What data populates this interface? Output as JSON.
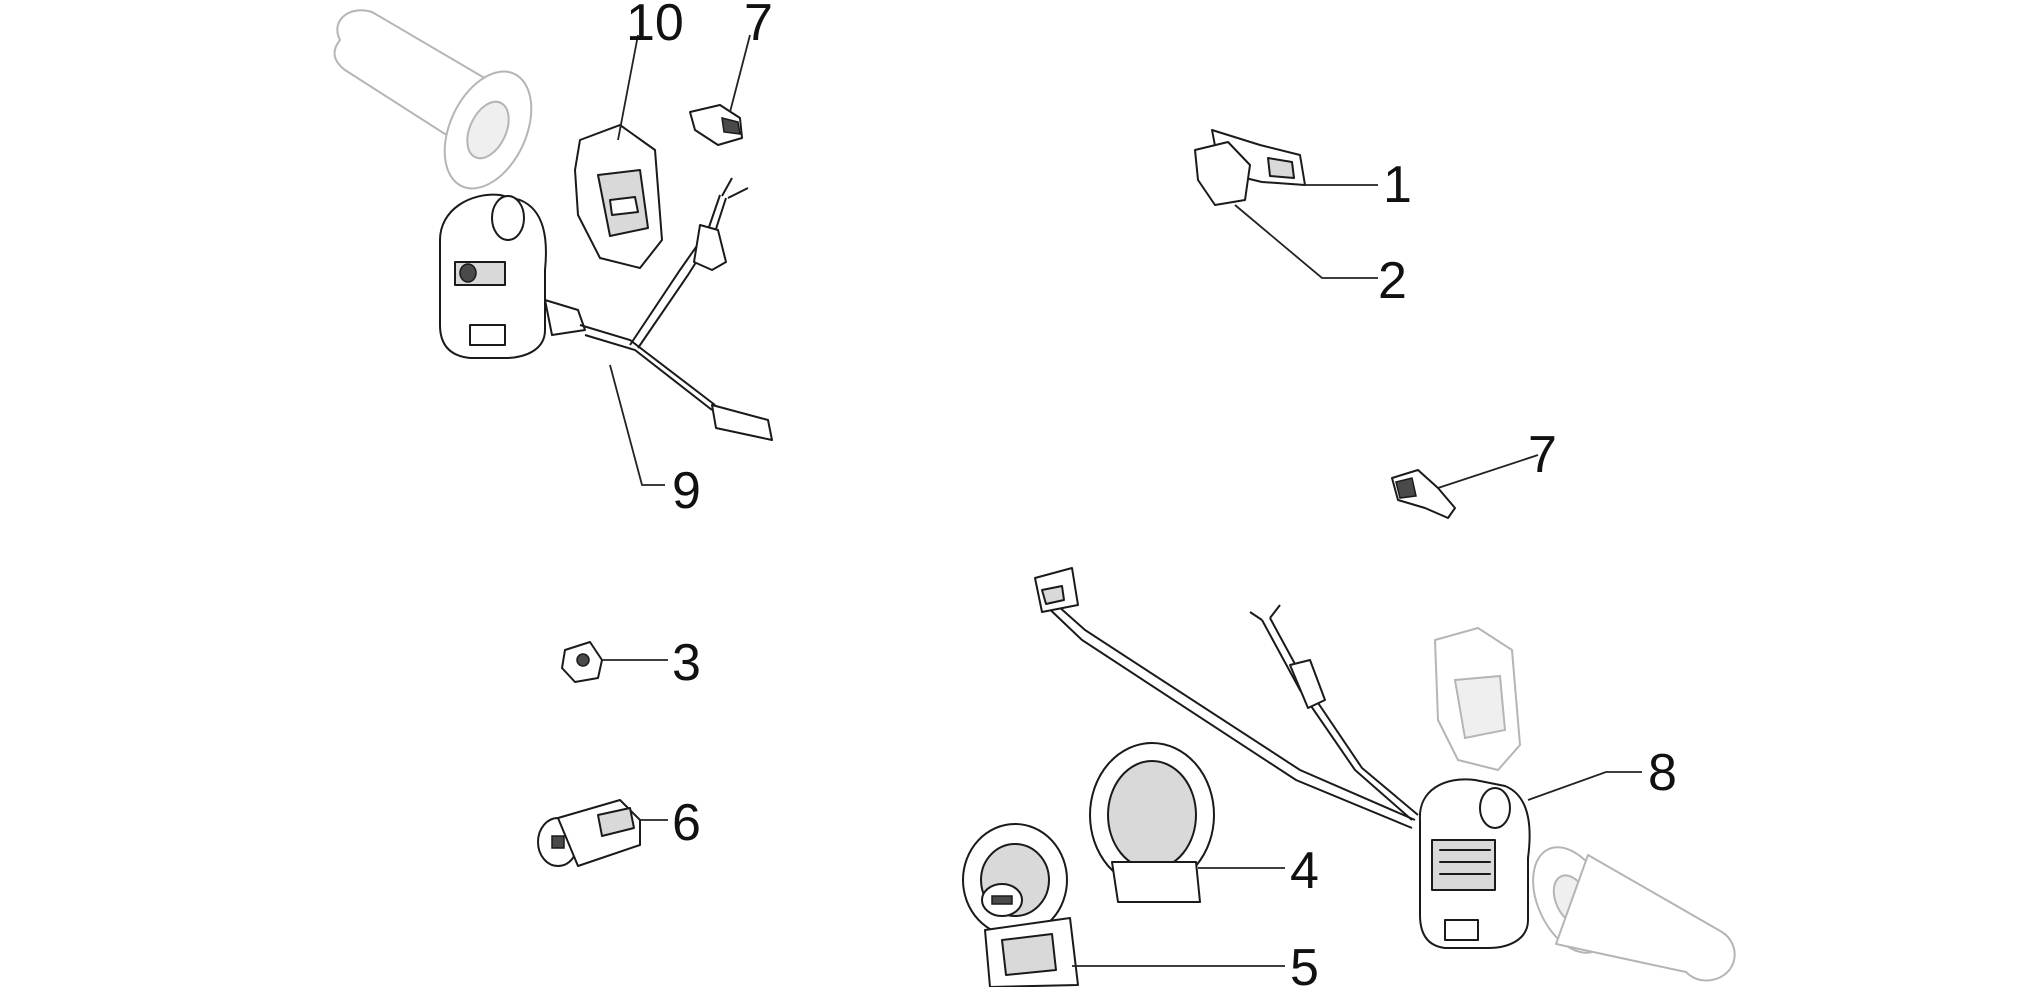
{
  "callouts": {
    "left_controls": {
      "n10": "10",
      "n7": "7",
      "n9": "9",
      "n3": "3",
      "n6": "6"
    },
    "right_controls": {
      "n1": "1",
      "n2": "2",
      "n7": "7",
      "n8": "8",
      "n4": "4",
      "n5": "5"
    }
  }
}
